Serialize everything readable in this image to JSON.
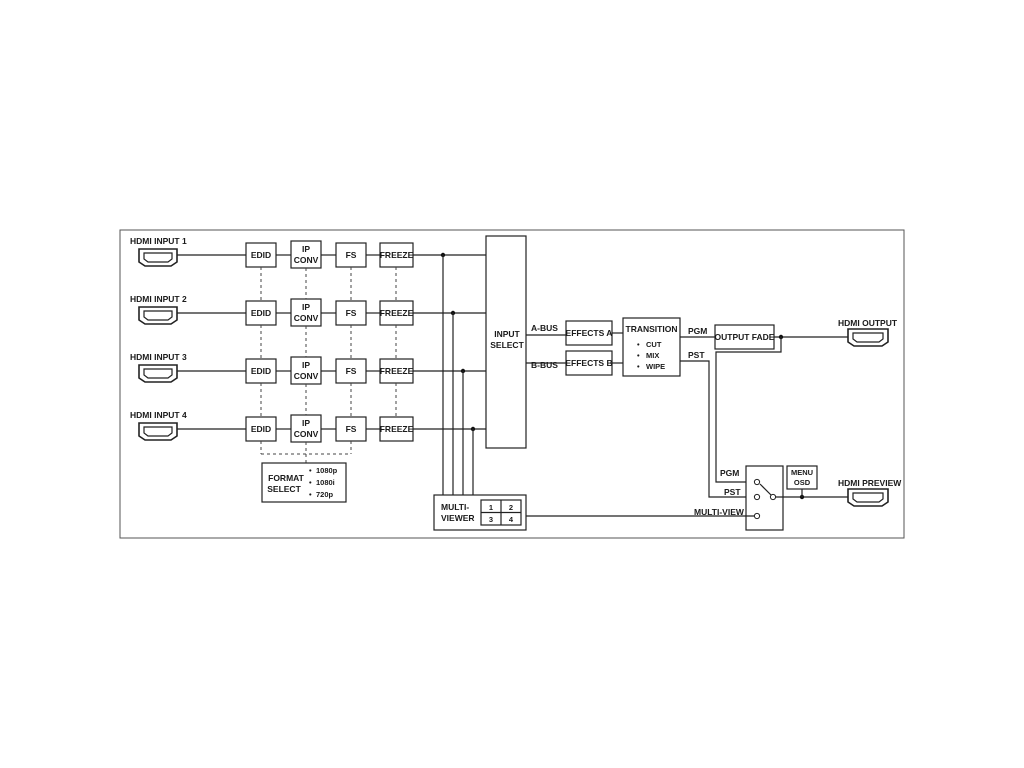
{
  "inputs": [
    {
      "label": "HDMI INPUT 1",
      "port": "1"
    },
    {
      "label": "HDMI INPUT 2",
      "port": "2"
    },
    {
      "label": "HDMI INPUT 3",
      "port": "3"
    },
    {
      "label": "HDMI INPUT 4",
      "port": "4"
    }
  ],
  "stages": {
    "edid": "EDID",
    "ip_conv_line1": "IP",
    "ip_conv_line2": "CONV",
    "fs": "FS",
    "freeze": "FREEZE"
  },
  "format_select": {
    "line1": "FORMAT",
    "line2": "SELECT",
    "options": [
      "1080p",
      "1080i",
      "720p"
    ]
  },
  "input_select": {
    "line1": "INPUT",
    "line2": "SELECT"
  },
  "buses": {
    "a": "A-BUS",
    "b": "B-BUS"
  },
  "effects": {
    "a": "EFFECTS A",
    "b": "EFFECTS B"
  },
  "transition": {
    "title": "TRANSITION",
    "options": [
      "CUT",
      "MIX",
      "WIPE"
    ]
  },
  "signals": {
    "pgm": "PGM",
    "pst": "PST",
    "multi_view": "MULTI-VIEW"
  },
  "output_fade": "OUTPUT FADE",
  "hdmi_output": "HDMI OUTPUT",
  "hdmi_preview": "HDMI PREVIEW",
  "menu_osd": {
    "line1": "MENU",
    "line2": "OSD"
  },
  "multiviewer": {
    "line1": "MULTI-",
    "line2": "VIEWER",
    "cells": [
      "1",
      "2",
      "3",
      "4"
    ]
  },
  "bullet": "•",
  "colors": {
    "line": "#222222",
    "frame": "#555555"
  }
}
